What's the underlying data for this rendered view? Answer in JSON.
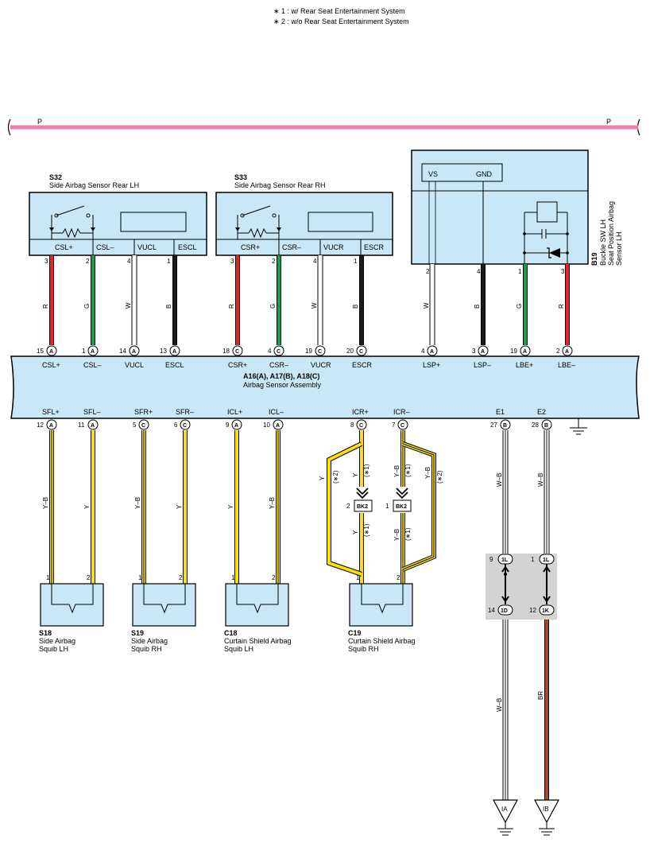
{
  "notes": [
    "∗ 1 : w/ Rear Seat Entertainment System",
    "∗ 2 : w/o Rear Seat Entertainment System"
  ],
  "bus": {
    "left_label": "P",
    "right_label": "P",
    "color": "#ef7fb1"
  },
  "colors": {
    "R": "#e8222a",
    "G": "#0fa24a",
    "B": "#1a1a1a",
    "W": "#ffffff",
    "Y": "#ffe000",
    "BR": "#a64a28",
    "box": "#c9e7f6",
    "splice": "#d3d3d3"
  },
  "s32": {
    "code": "S32",
    "name": "Side Airbag Sensor Rear LH",
    "terms": [
      "CSL+",
      "CSL–",
      "VUCL",
      "ESCL"
    ],
    "pins": [
      "3",
      "2",
      "4",
      "1"
    ]
  },
  "s33": {
    "code": "S33",
    "name": "Side Airbag Sensor Rear RH",
    "terms": [
      "CSR+",
      "CSR–",
      "VUCR",
      "ESCR"
    ],
    "pins": [
      "3",
      "2",
      "4",
      "1"
    ]
  },
  "b19": {
    "code": "B19",
    "name1": "Buckle SW LH",
    "name2": "Seat Position Airbag",
    "name3": "Sensor LH",
    "vs": "VS",
    "gnd": "GND",
    "pins": [
      "2",
      "4",
      "1",
      "3"
    ]
  },
  "assembly": {
    "code": "A16(A), A17(B), A18(C)",
    "name": "Airbag Sensor Assembly"
  },
  "top_terms": [
    {
      "pin": "15",
      "conn": "A",
      "name": "CSL+",
      "wire": "R"
    },
    {
      "pin": "1",
      "conn": "A",
      "name": "CSL–",
      "wire": "G"
    },
    {
      "pin": "14",
      "conn": "A",
      "name": "VUCL",
      "wire": "W"
    },
    {
      "pin": "13",
      "conn": "A",
      "name": "ESCL",
      "wire": "B"
    },
    {
      "pin": "18",
      "conn": "C",
      "name": "CSR+",
      "wire": "R"
    },
    {
      "pin": "4",
      "conn": "C",
      "name": "CSR–",
      "wire": "G"
    },
    {
      "pin": "19",
      "conn": "C",
      "name": "VUCR",
      "wire": "W"
    },
    {
      "pin": "20",
      "conn": "C",
      "name": "ESCR",
      "wire": "B"
    },
    {
      "pin": "4",
      "conn": "A",
      "name": "LSP+",
      "wire": "W"
    },
    {
      "pin": "3",
      "conn": "A",
      "name": "LSP–",
      "wire": "B"
    },
    {
      "pin": "19",
      "conn": "A",
      "name": "LBE+",
      "wire": "G"
    },
    {
      "pin": "2",
      "conn": "A",
      "name": "LBE–",
      "wire": "R"
    }
  ],
  "bottom_terms": [
    {
      "pin": "12",
      "conn": "A",
      "name": "SFL+",
      "wire": "Y–B"
    },
    {
      "pin": "11",
      "conn": "A",
      "name": "SFL–",
      "wire": "Y"
    },
    {
      "pin": "5",
      "conn": "C",
      "name": "SFR+",
      "wire": "Y–B"
    },
    {
      "pin": "6",
      "conn": "C",
      "name": "SFR–",
      "wire": "Y"
    },
    {
      "pin": "9",
      "conn": "A",
      "name": "ICL+",
      "wire": "Y"
    },
    {
      "pin": "10",
      "conn": "A",
      "name": "ICL–",
      "wire": "Y–B"
    },
    {
      "pin": "8",
      "conn": "C",
      "name": "ICR+",
      "wire": "Y"
    },
    {
      "pin": "7",
      "conn": "C",
      "name": "ICR–",
      "wire": "Y–B"
    },
    {
      "pin": "27",
      "conn": "B",
      "name": "E1",
      "wire": "W–B"
    },
    {
      "pin": "28",
      "conn": "B",
      "name": "E2",
      "wire": "W–B"
    }
  ],
  "squibs": [
    {
      "code": "S18",
      "name1": "Side Airbag",
      "name2": "Squib LH",
      "pins": [
        "1",
        "2"
      ]
    },
    {
      "code": "S19",
      "name1": "Side Airbag",
      "name2": "Squib RH",
      "pins": [
        "1",
        "2"
      ]
    },
    {
      "code": "C18",
      "name1": "Curtain Shield Airbag",
      "name2": "Squib LH",
      "pins": [
        "1",
        "2"
      ]
    },
    {
      "code": "C19",
      "name1": "Curtain Shield Airbag",
      "name2": "Squib RH",
      "pins": [
        "1",
        "2"
      ]
    }
  ],
  "bk2": {
    "label": "BK2",
    "pin_left": "2",
    "pin_right": "1",
    "mark1": "(∗1)",
    "mark2": "(∗2)"
  },
  "splice": {
    "top": [
      {
        "pin": "9",
        "conn": "1L"
      },
      {
        "pin": "1",
        "conn": "1L"
      }
    ],
    "bottom": [
      {
        "pin": "14",
        "conn": "1D"
      },
      {
        "pin": "12",
        "conn": "1K"
      }
    ]
  },
  "ground_wires": [
    "W–B",
    "BR"
  ],
  "grounds": [
    "IA",
    "IB"
  ]
}
